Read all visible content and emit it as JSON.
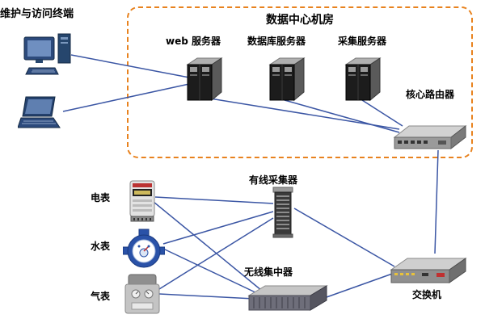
{
  "labels": {
    "terminal": "维护与访问终端",
    "datacenter_title": "数据中心机房",
    "web_server": "web 服务器",
    "database_server": "数据库服务器",
    "collection_server": "采集服务器",
    "core_router": "核心路由器",
    "wired_collector": "有线采集器",
    "wireless_concentrator": "无线集中器",
    "electric_meter": "电表",
    "water_meter": "水表",
    "gas_meter": "气表",
    "switch": "交换机"
  },
  "colors": {
    "connection_line": "#3b56a4",
    "datacenter_border": "#e8821e"
  }
}
